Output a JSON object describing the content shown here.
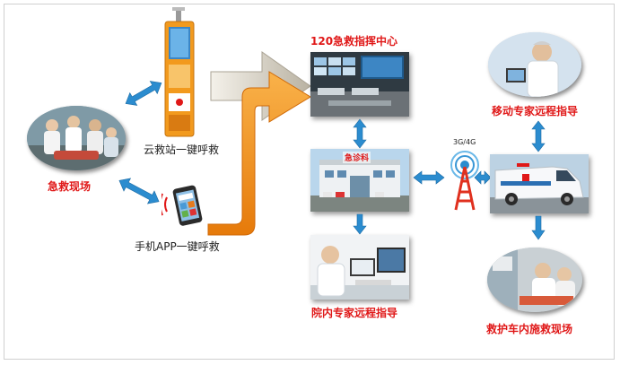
{
  "labels": {
    "emergency_scene": "急救现场",
    "cloud_station": "云救站一键呼救",
    "mobile_app": "手机APP一键呼救",
    "dispatch_center": "120急救指挥中心",
    "emergency_dept": "急诊科",
    "hospital_experts": "院内专家远程指导",
    "mobile_experts": "移动专家远程指导",
    "ambulance_scene": "救护车内施救现场",
    "network": "3G/4G"
  },
  "colors": {
    "label_red": "#e01818",
    "arrow_blue": "#2b8ccf",
    "arrow_orange": "#f08a14",
    "arrow_gray": "#c9c2b3"
  }
}
